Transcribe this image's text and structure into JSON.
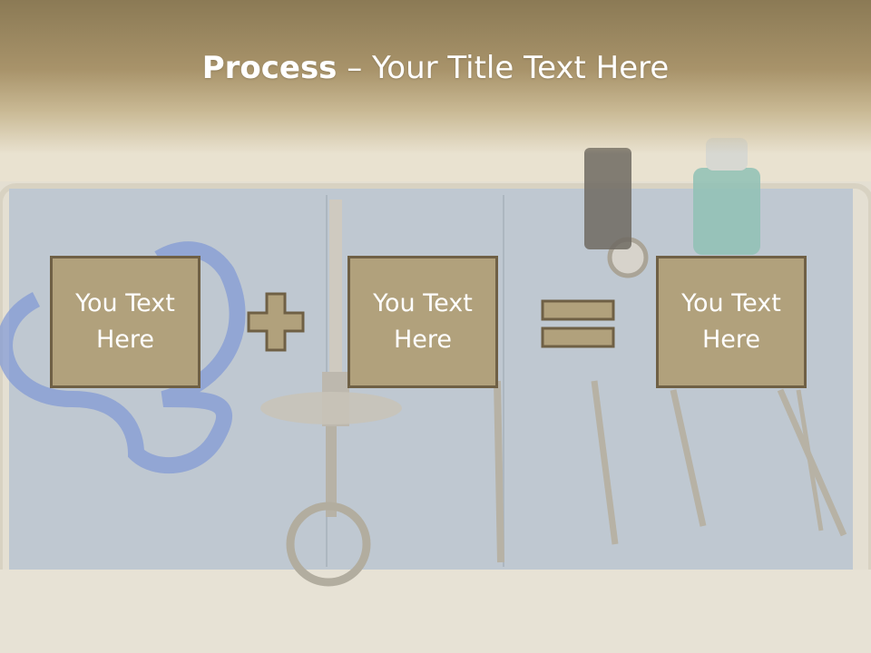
{
  "slide": {
    "title_bold": "Process",
    "title_rest": " – Your Title Text Here",
    "boxes": [
      {
        "line1": "You Text",
        "line2": "Here"
      },
      {
        "line1": "You Text",
        "line2": "Here"
      },
      {
        "line1": "You Text",
        "line2": "Here"
      }
    ],
    "operators": [
      "plus-icon",
      "equals-icon"
    ]
  },
  "colors": {
    "box_fill": "#b1a17c",
    "box_border": "#6f6045",
    "header_band": "#8b7a55",
    "text": "#ffffff"
  },
  "background": "dental tools on blue tray (photo)"
}
